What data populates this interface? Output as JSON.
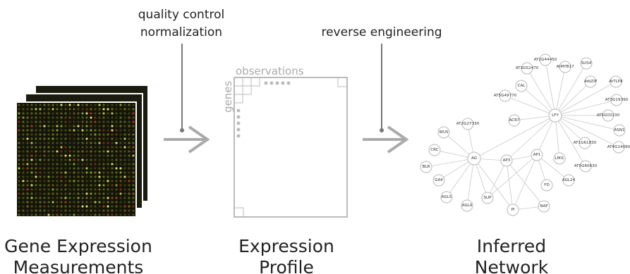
{
  "stages": [
    {
      "line1": "Gene Expression",
      "line2": "Measurements"
    },
    {
      "line1": "Expression",
      "line2": "Profile"
    },
    {
      "line1": "Inferred",
      "line2": "Network"
    }
  ],
  "steps": [
    {
      "line1": "quality control",
      "line2": "normalization"
    },
    {
      "line1": "reverse engineering"
    }
  ],
  "profile": {
    "col_label": "observations",
    "row_label": "genes"
  },
  "network": {
    "nodes": [
      {
        "id": "AT2G44450"
      },
      {
        "id": "AT3G52470"
      },
      {
        "id": "AtMYB17"
      },
      {
        "id": "SUS4"
      },
      {
        "id": "CAL"
      },
      {
        "id": "AtbZIP"
      },
      {
        "id": "AtTLP8"
      },
      {
        "id": "AT5G49770"
      },
      {
        "id": "AT3G19390"
      },
      {
        "id": "LFY"
      },
      {
        "id": "AT5G03230"
      },
      {
        "id": "ACR7"
      },
      {
        "id": "AT2G27330"
      },
      {
        "id": "WUS"
      },
      {
        "id": "ASN1"
      },
      {
        "id": "AT4G14090"
      },
      {
        "id": "AT1G61830"
      },
      {
        "id": "CRC"
      },
      {
        "id": "AG"
      },
      {
        "id": "AP3"
      },
      {
        "id": "AP1"
      },
      {
        "id": "LMI1"
      },
      {
        "id": "AT5G60630"
      },
      {
        "id": "BLR"
      },
      {
        "id": "GA4"
      },
      {
        "id": "FD"
      },
      {
        "id": "AGL24"
      },
      {
        "id": "AGL5"
      },
      {
        "id": "SUP"
      },
      {
        "id": "AGL9"
      },
      {
        "id": "NAP"
      },
      {
        "id": "PI"
      }
    ]
  }
}
